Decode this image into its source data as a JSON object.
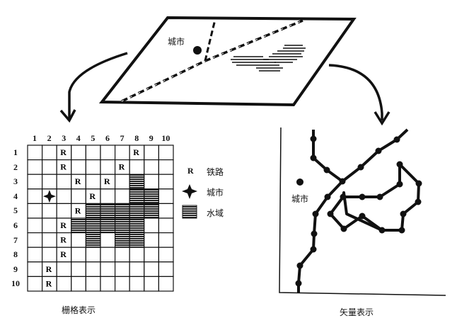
{
  "top_map": {
    "city_label": "城市"
  },
  "raster": {
    "title": "栅格表示",
    "columns": [
      "1",
      "2",
      "3",
      "4",
      "5",
      "6",
      "7",
      "8",
      "9",
      "10"
    ],
    "rows": [
      "1",
      "2",
      "3",
      "4",
      "5",
      "6",
      "7",
      "8",
      "9",
      "10"
    ],
    "railway_cells": [
      [
        1,
        3
      ],
      [
        1,
        8
      ],
      [
        2,
        3
      ],
      [
        2,
        7
      ],
      [
        3,
        4
      ],
      [
        3,
        6
      ],
      [
        4,
        5
      ],
      [
        5,
        4
      ],
      [
        6,
        3
      ],
      [
        7,
        3
      ],
      [
        8,
        3
      ],
      [
        9,
        2
      ],
      [
        10,
        2
      ]
    ],
    "city_cell": [
      4,
      2
    ],
    "water_cells": [
      [
        3,
        8
      ],
      [
        4,
        8
      ],
      [
        4,
        9
      ],
      [
        5,
        5
      ],
      [
        5,
        6
      ],
      [
        5,
        7
      ],
      [
        5,
        8
      ],
      [
        5,
        9
      ],
      [
        6,
        4
      ],
      [
        6,
        5
      ],
      [
        6,
        6
      ],
      [
        6,
        7
      ],
      [
        6,
        8
      ],
      [
        7,
        5
      ],
      [
        7,
        7
      ],
      [
        7,
        8
      ]
    ],
    "railway_symbol": "R"
  },
  "legend": {
    "items": [
      {
        "symbol": "R",
        "label": "铁路"
      },
      {
        "symbol": "cross-star",
        "label": "城市"
      },
      {
        "symbol": "hatched-square",
        "label": "水域"
      }
    ]
  },
  "vector": {
    "title": "矢量表示",
    "city_label": "城市"
  }
}
